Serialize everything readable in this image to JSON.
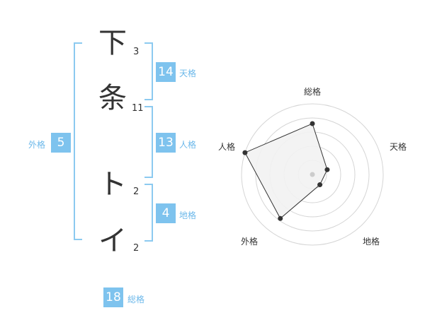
{
  "name": {
    "characters": [
      {
        "char": "下",
        "strokes": "3"
      },
      {
        "char": "条",
        "strokes": "11"
      },
      {
        "char": "ト",
        "strokes": "2"
      },
      {
        "char": "イ",
        "strokes": "2"
      }
    ]
  },
  "kakusu": {
    "tenkaku": {
      "value": "14",
      "label": "天格"
    },
    "jinkaku": {
      "value": "13",
      "label": "人格"
    },
    "chikaku": {
      "value": "4",
      "label": "地格"
    },
    "gaikaku": {
      "value": "5",
      "label": "外格"
    },
    "soukaku": {
      "value": "18",
      "label": "総格"
    }
  },
  "radar": {
    "labels": {
      "soukaku": "総格",
      "tenkaku": "天格",
      "chikaku": "地格",
      "gaikaku": "外格",
      "jinkaku": "人格"
    },
    "axes": [
      "総格",
      "天格",
      "地格",
      "外格",
      "人格"
    ],
    "values": [
      0.72,
      0.22,
      0.18,
      0.77,
      1.0
    ],
    "fill_color": "#f2f2f2",
    "line_color": "#333333",
    "ring_color": "#d5d5d5"
  },
  "colors": {
    "accent": "#7ec3ee",
    "bracket": "#8ccaf0",
    "label": "#6cb8ea"
  }
}
